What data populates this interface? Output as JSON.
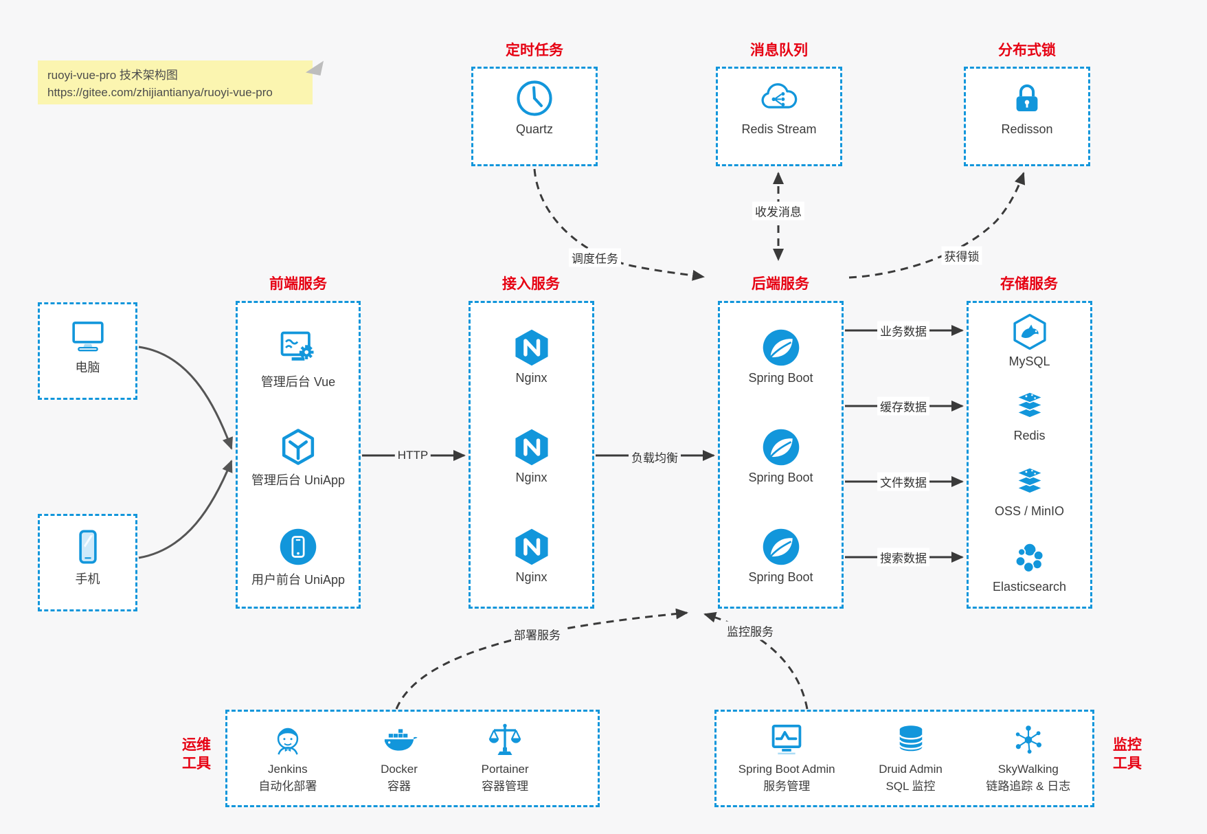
{
  "note": {
    "title": "ruoyi-vue-pro 技术架构图",
    "url": "https://gitee.com/zhijiantianya/ruoyi-vue-pro"
  },
  "colors": {
    "accent_blue": "#1296db",
    "title_red": "#e60012",
    "ink": "#3a3a3a"
  },
  "top": [
    {
      "title": "定时任务",
      "label": "Quartz"
    },
    {
      "title": "消息队列",
      "label": "Redis Stream"
    },
    {
      "title": "分布式锁",
      "label": "Redisson"
    }
  ],
  "devices": [
    {
      "label": "电脑"
    },
    {
      "label": "手机"
    }
  ],
  "columns": [
    {
      "title": "前端服务",
      "items": [
        {
          "label": "管理后台 Vue"
        },
        {
          "label": "管理后台 UniApp"
        },
        {
          "label": "用户前台 UniApp"
        }
      ]
    },
    {
      "title": "接入服务",
      "items": [
        {
          "label": "Nginx"
        },
        {
          "label": "Nginx"
        },
        {
          "label": "Nginx"
        }
      ]
    },
    {
      "title": "后端服务",
      "items": [
        {
          "label": "Spring Boot"
        },
        {
          "label": "Spring Boot"
        },
        {
          "label": "Spring Boot"
        }
      ]
    },
    {
      "title": "存储服务",
      "items": [
        {
          "label": "MySQL"
        },
        {
          "label": "Redis"
        },
        {
          "label": "OSS / MinIO"
        },
        {
          "label": "Elasticsearch"
        }
      ]
    }
  ],
  "bottom": [
    {
      "title_line1": "运维",
      "title_line2": "工具",
      "items": [
        {
          "name": "Jenkins",
          "desc": "自动化部署"
        },
        {
          "name": "Docker",
          "desc": "容器"
        },
        {
          "name": "Portainer",
          "desc": "容器管理"
        }
      ]
    },
    {
      "title_line1": "监控",
      "title_line2": "工具",
      "items": [
        {
          "name": "Spring Boot Admin",
          "desc": "服务管理"
        },
        {
          "name": "Druid Admin",
          "desc": "SQL 监控"
        },
        {
          "name": "SkyWalking",
          "desc": "链路追踪 & 日志"
        }
      ]
    }
  ],
  "edges": {
    "schedule": "调度任务",
    "message": "收发消息",
    "lock": "获得锁",
    "http": "HTTP",
    "load_balance": "负载均衡",
    "business_data": "业务数据",
    "cache_data": "缓存数据",
    "file_data": "文件数据",
    "search_data": "搜索数据",
    "deploy": "部署服务",
    "monitor": "监控服务"
  }
}
